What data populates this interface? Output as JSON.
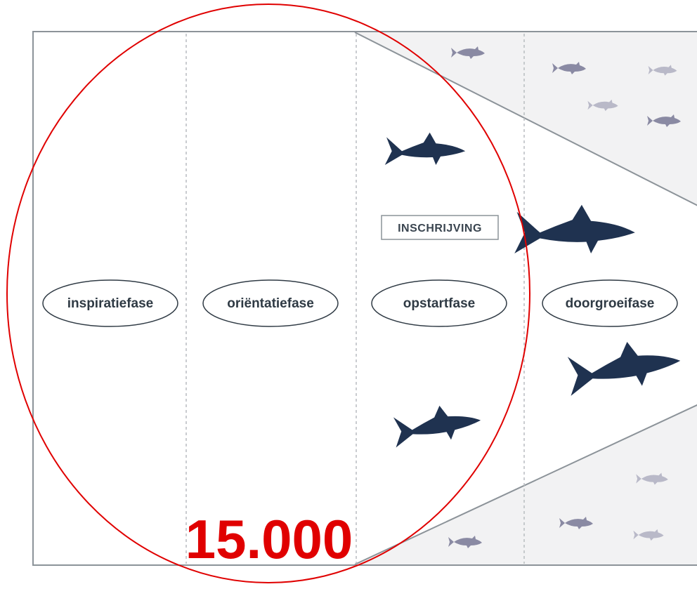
{
  "phases": [
    {
      "label": "inspiratiefase"
    },
    {
      "label": "oriëntatiefase"
    },
    {
      "label": "opstartfase"
    },
    {
      "label": "doorgroeifase"
    }
  ],
  "milestone": {
    "label": "INSCHRIJVING"
  },
  "annotation": {
    "number": "15.000"
  },
  "icons": {
    "large": "shark-icon",
    "small": "fish-icon"
  },
  "colors": {
    "shark": "#1f3250",
    "fish": "#8a8aa3",
    "fish_light": "#b9b9c8",
    "funnel_fill": "#f2f2f3",
    "frame": "#8c9399",
    "divider": "#b8bcc0",
    "annotation": "#e00000"
  }
}
